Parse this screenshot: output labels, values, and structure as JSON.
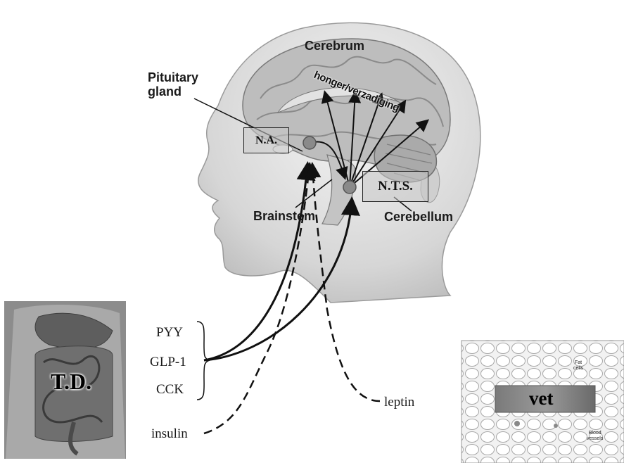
{
  "brain_labels": {
    "cerebrum": "Cerebrum",
    "pituitary": "Pituitary\ngland",
    "hunger": "honger/verzadiging",
    "brainstem": "Brainstem",
    "cerebellum": "Cerebellum"
  },
  "nuclei": {
    "na": "N.A.",
    "nts": "N.T.S."
  },
  "hormones": {
    "pyy": "PYY",
    "glp1": "GLP-1",
    "cck": "CCK",
    "insulin": "insulin",
    "leptin": "leptin"
  },
  "organs": {
    "gut": "T.D.",
    "fat": "vet",
    "fat_cells": "Fat\ncells",
    "blood_vessels": "Blood\nvessels"
  },
  "colors": {
    "ink": "#111111",
    "node": "#8a8a8a",
    "box_fill": "#c8c8c8"
  }
}
